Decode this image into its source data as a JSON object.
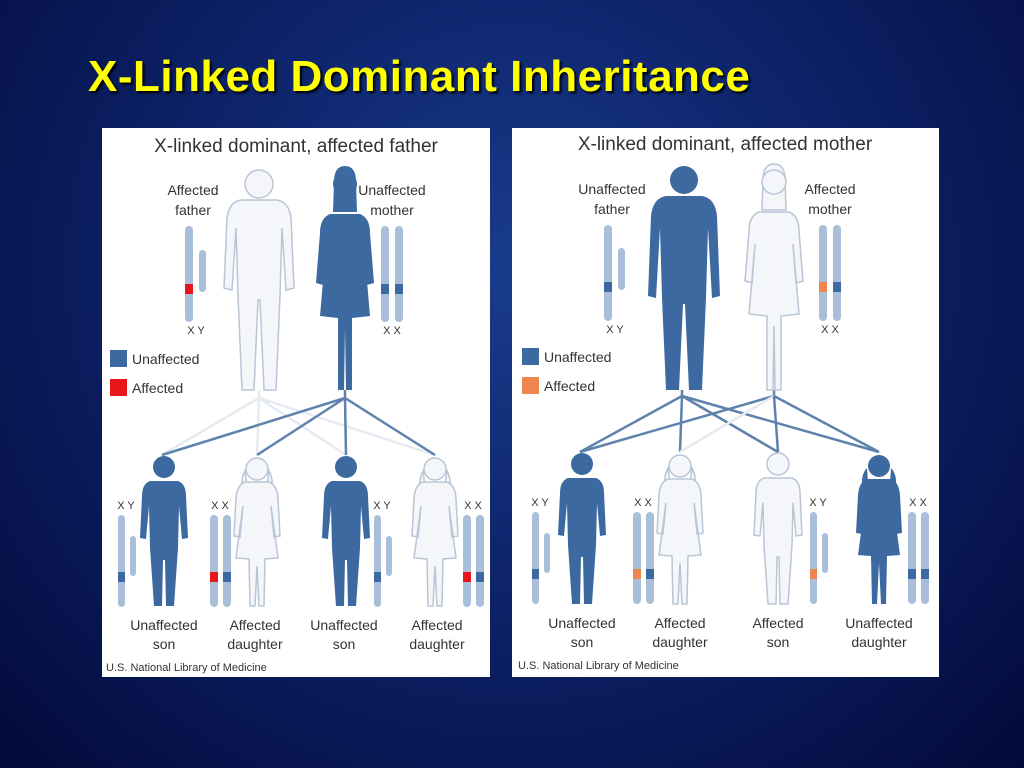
{
  "slide": {
    "title": "X-Linked Dominant Inheritance"
  },
  "colors": {
    "unaffected": "#3c6aa0",
    "affected_left": "#e8151b",
    "affected_right": "#f0864f",
    "outline": "#e8edf3",
    "chromosome": "#a9bfd9"
  },
  "panels": [
    {
      "heading": "X-linked dominant, affected father",
      "legend": {
        "unaffected": "Unaffected",
        "affected": "Affected"
      },
      "parents": [
        {
          "label1": "Affected",
          "label2": "father",
          "chromosomes": "X Y"
        },
        {
          "label1": "Unaffected",
          "label2": "mother",
          "chromosomes": "X X"
        }
      ],
      "children": [
        {
          "label1": "Unaffected",
          "label2": "son",
          "chromosomes": "X Y"
        },
        {
          "label1": "Affected",
          "label2": "daughter",
          "chromosomes": "X X"
        },
        {
          "label1": "Unaffected",
          "label2": "son",
          "chromosomes": "X Y"
        },
        {
          "label1": "Affected",
          "label2": "daughter",
          "chromosomes": "X X"
        }
      ],
      "credit": "U.S. National Library of Medicine"
    },
    {
      "heading": "X-linked dominant, affected mother",
      "legend": {
        "unaffected": "Unaffected",
        "affected": "Affected"
      },
      "parents": [
        {
          "label1": "Unaffected",
          "label2": "father",
          "chromosomes": "X Y"
        },
        {
          "label1": "Affected",
          "label2": "mother",
          "chromosomes": "X X"
        }
      ],
      "children": [
        {
          "label1": "Unaffected",
          "label2": "son",
          "chromosomes": "X Y"
        },
        {
          "label1": "Affected",
          "label2": "daughter",
          "chromosomes": "X X"
        },
        {
          "label1": "Affected",
          "label2": "son",
          "chromosomes": "X Y"
        },
        {
          "label1": "Unaffected",
          "label2": "daughter",
          "chromosomes": "X X"
        }
      ],
      "credit": "U.S. National Library of Medicine"
    }
  ]
}
